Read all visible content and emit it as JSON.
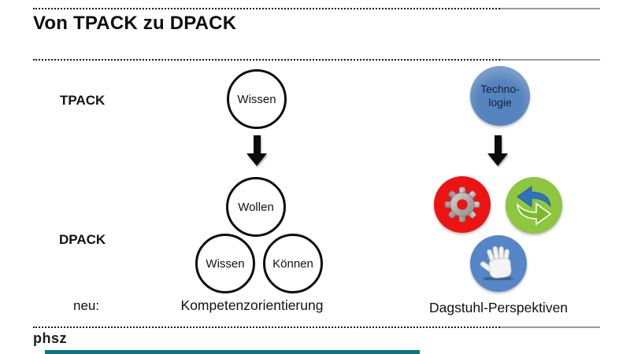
{
  "slide": {
    "title": "Von TPACK zu DPACK",
    "logo": "phsz"
  },
  "left": {
    "tpack_label": "TPACK",
    "dpack_label": "DPACK",
    "neu_label": "neu:",
    "tpack_circle_label": "Wissen",
    "dpack_circle_labels": [
      "Wollen",
      "Wissen",
      "Können"
    ],
    "caption": "Kompetenzorientierung"
  },
  "right": {
    "technology_line1": "Techno-",
    "technology_line2": "logie",
    "caption": "Dagstuhl-Perspektiven",
    "icons": {
      "gear": "gear-icon",
      "sync": "sync-arrows-icon",
      "hand": "hand-icon"
    }
  },
  "colors": {
    "technology-blue": "#5583bd",
    "gear-red": "#ee1313",
    "sync-green": "#8dc63f",
    "hand-blue": "#5586c8",
    "accent-teal": "#0c7380"
  }
}
